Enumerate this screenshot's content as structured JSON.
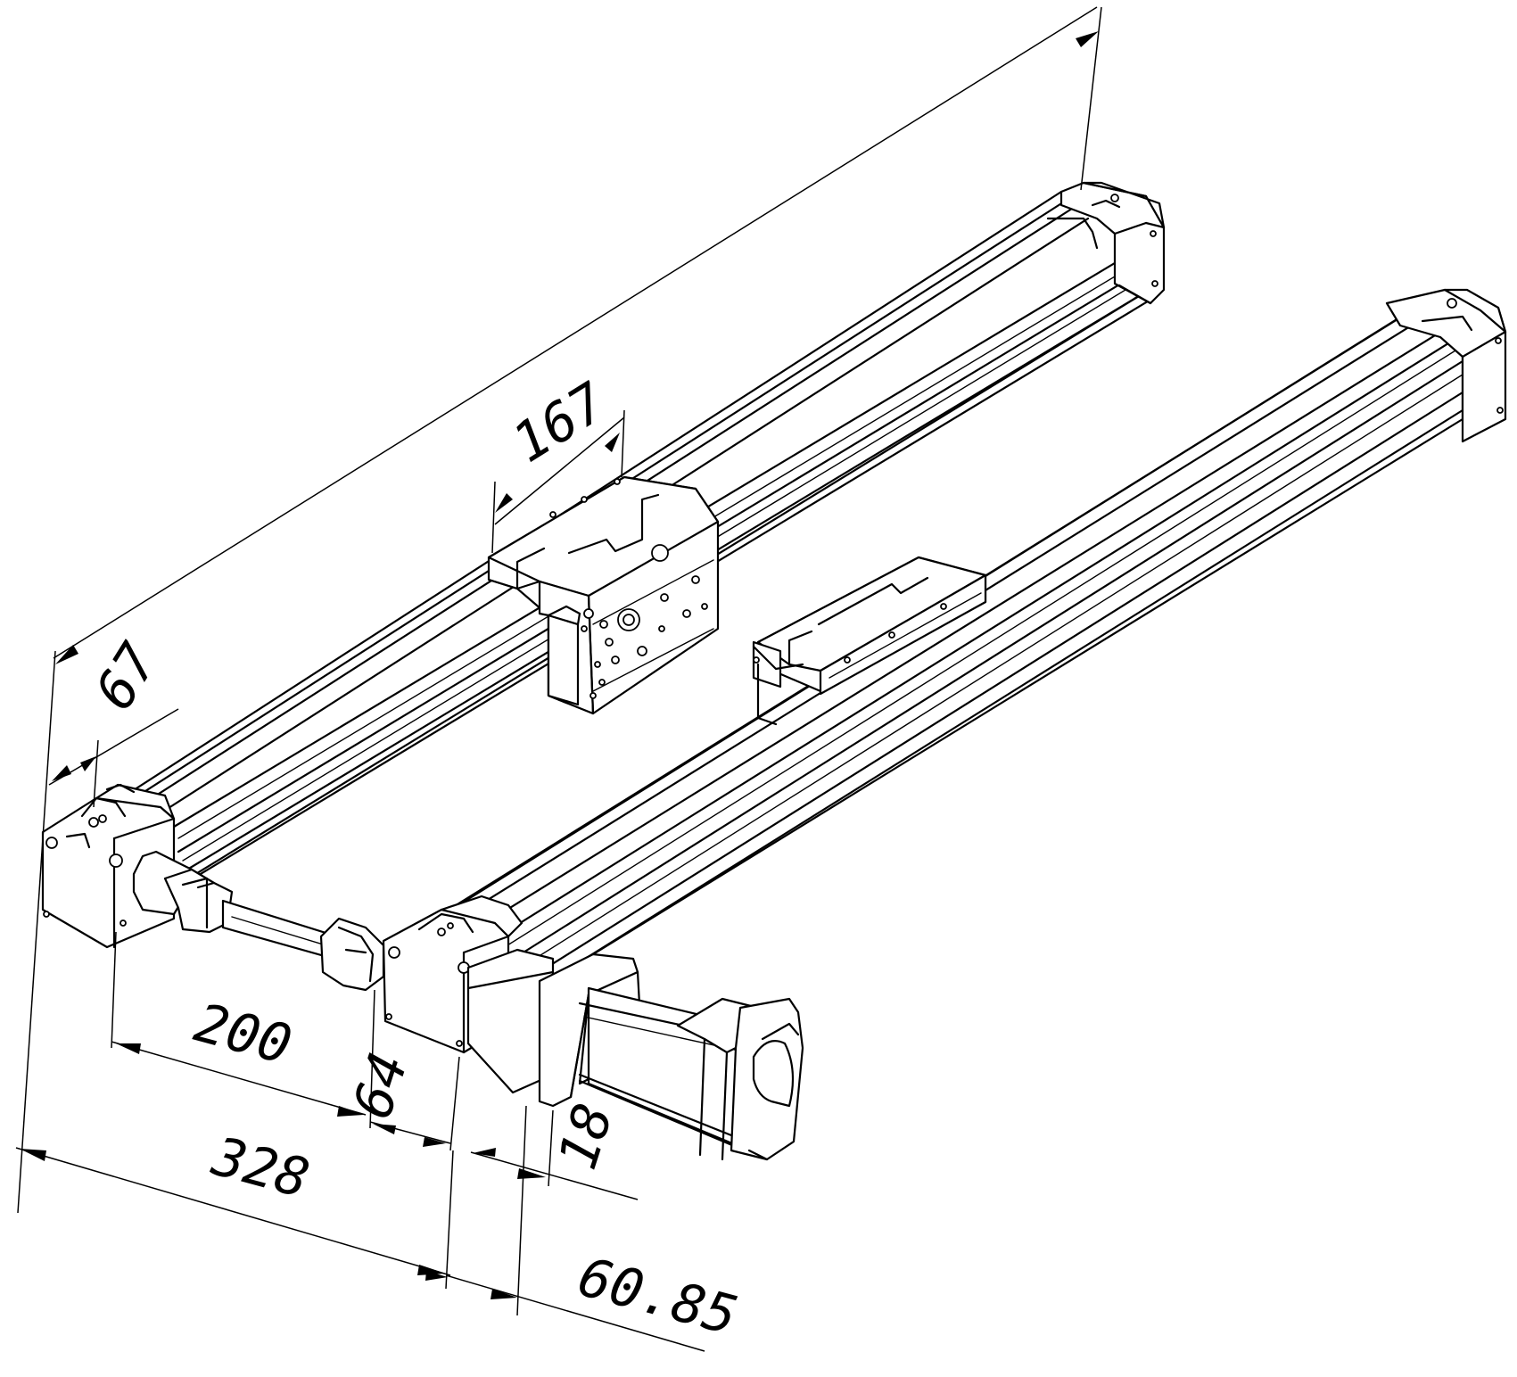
{
  "drawing": {
    "dimensions": {
      "overall_length": "",
      "carriage_length": "167",
      "end_block": "67",
      "rail_spacing": "200",
      "offset": "64",
      "total_width": "328",
      "motor_flange": "18",
      "motor_offset": "60.85"
    }
  }
}
